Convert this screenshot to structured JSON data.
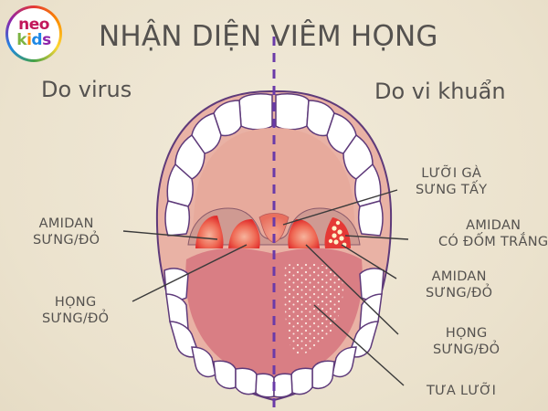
{
  "brand": {
    "logo_top": "neo",
    "logo_bottom": [
      "k",
      "i",
      "d",
      "s"
    ]
  },
  "title": "NHẬN DIỆN VIÊM HỌNG",
  "columns": {
    "left": "Do virus",
    "right": "Do vi khuẩn"
  },
  "labels_left": [
    {
      "line1": "AMIDAN",
      "line2": "SƯNG/ĐỎ"
    },
    {
      "line1": "HỌNG",
      "line2": "SƯNG/ĐỎ"
    }
  ],
  "labels_right": [
    {
      "line1": "LƯỠI GÀ",
      "line2": "SƯNG TẤY"
    },
    {
      "line1": "AMIDAN",
      "line2": "CÓ ĐỐM TRẮNG"
    },
    {
      "line1": "AMIDAN",
      "line2": "SƯNG/ĐỎ"
    },
    {
      "line1": "HỌNG",
      "line2": "SƯNG/ĐỎ"
    },
    {
      "line1": "TƯA LƯỠI",
      "line2": ""
    }
  ],
  "colors": {
    "background": "#ede5d2",
    "text": "#55524f",
    "outline": "#5e3a7a",
    "divider": "#6a3aa8",
    "mouth": "#e7aa9c",
    "tongue": "#d97e84",
    "tonsil_red": "#e53935",
    "teeth": "#ffffff",
    "pointer": "#3a3a3a"
  }
}
